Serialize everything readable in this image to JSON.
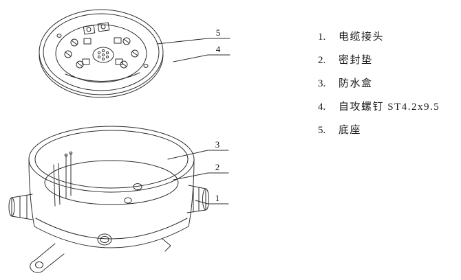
{
  "colors": {
    "ink": "#1a1a1a",
    "background": "#ffffff"
  },
  "figure": {
    "callouts": {
      "c1": "1",
      "c2": "2",
      "c3": "3",
      "c4": "4",
      "c5": "5"
    }
  },
  "legend": {
    "items": [
      {
        "num": "1.",
        "label": "电缆接头"
      },
      {
        "num": "2.",
        "label": "密封垫"
      },
      {
        "num": "3.",
        "label": "防水盒"
      },
      {
        "num": "4.",
        "label": "自攻螺钉 ST4.2x9.5"
      },
      {
        "num": "5.",
        "label": "底座"
      }
    ]
  }
}
